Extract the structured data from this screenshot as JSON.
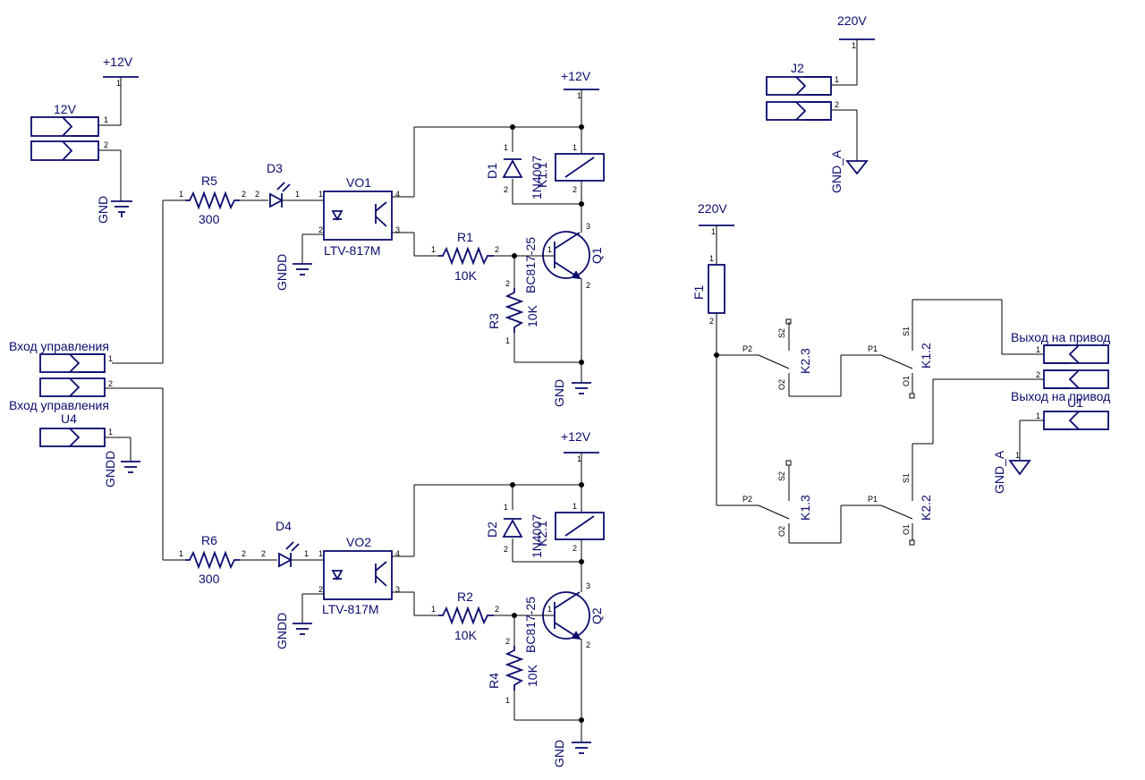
{
  "components": {
    "p12_top_left": "+12V",
    "conn_12v": "12V",
    "gnd_left": "GND",
    "r5": "R5",
    "r5_val": "300",
    "d3": "D3",
    "vo1": "VO1",
    "vo1_part": "LTV-817M",
    "gndd_vo1": "GNDD",
    "r1": "R1",
    "r1_val": "10K",
    "r3": "R3",
    "r3_val": "10K",
    "p12_relay1": "+12V",
    "d1": "D1",
    "d1_part": "1N4007",
    "k11": "K1.1",
    "q1": "Q1",
    "q1_part": "BC817-25",
    "gnd_q1": "GND",
    "in_ctrl_1": "Вход управления",
    "in_ctrl_2": "Вход управления",
    "u4": "U4",
    "gndd_u4": "GNDD",
    "r6": "R6",
    "r6_val": "300",
    "d4": "D4",
    "vo2": "VO2",
    "vo2_part": "LTV-817M",
    "gndd_vo2": "GNDD",
    "r2": "R2",
    "r2_val": "10K",
    "r4": "R4",
    "r4_val": "10K",
    "p12_relay2": "+12V",
    "d2": "D2",
    "d2_part": "1N4007",
    "k21": "K2.1",
    "q2": "Q2",
    "q2_part": "BC817-25",
    "gnd_q2": "GND",
    "v220_top": "220V",
    "j2": "J2",
    "gnd_a_top": "GND_A",
    "v220_fuse": "220V",
    "f1": "F1",
    "k23": "K2.3",
    "k12": "K1.2",
    "k13": "K1.3",
    "k22": "K2.2",
    "out_drive_1": "Выход на привод",
    "out_drive_2": "Выход на привод",
    "u1": "U1",
    "gnd_a_right": "GND_A"
  },
  "pins": {
    "p1": "1",
    "p2": "2",
    "p3": "3",
    "p4": "4",
    "s1": "S1",
    "s2": "S2",
    "p1l": "P1",
    "p2l": "P2",
    "o1": "O1",
    "o2": "O2"
  }
}
